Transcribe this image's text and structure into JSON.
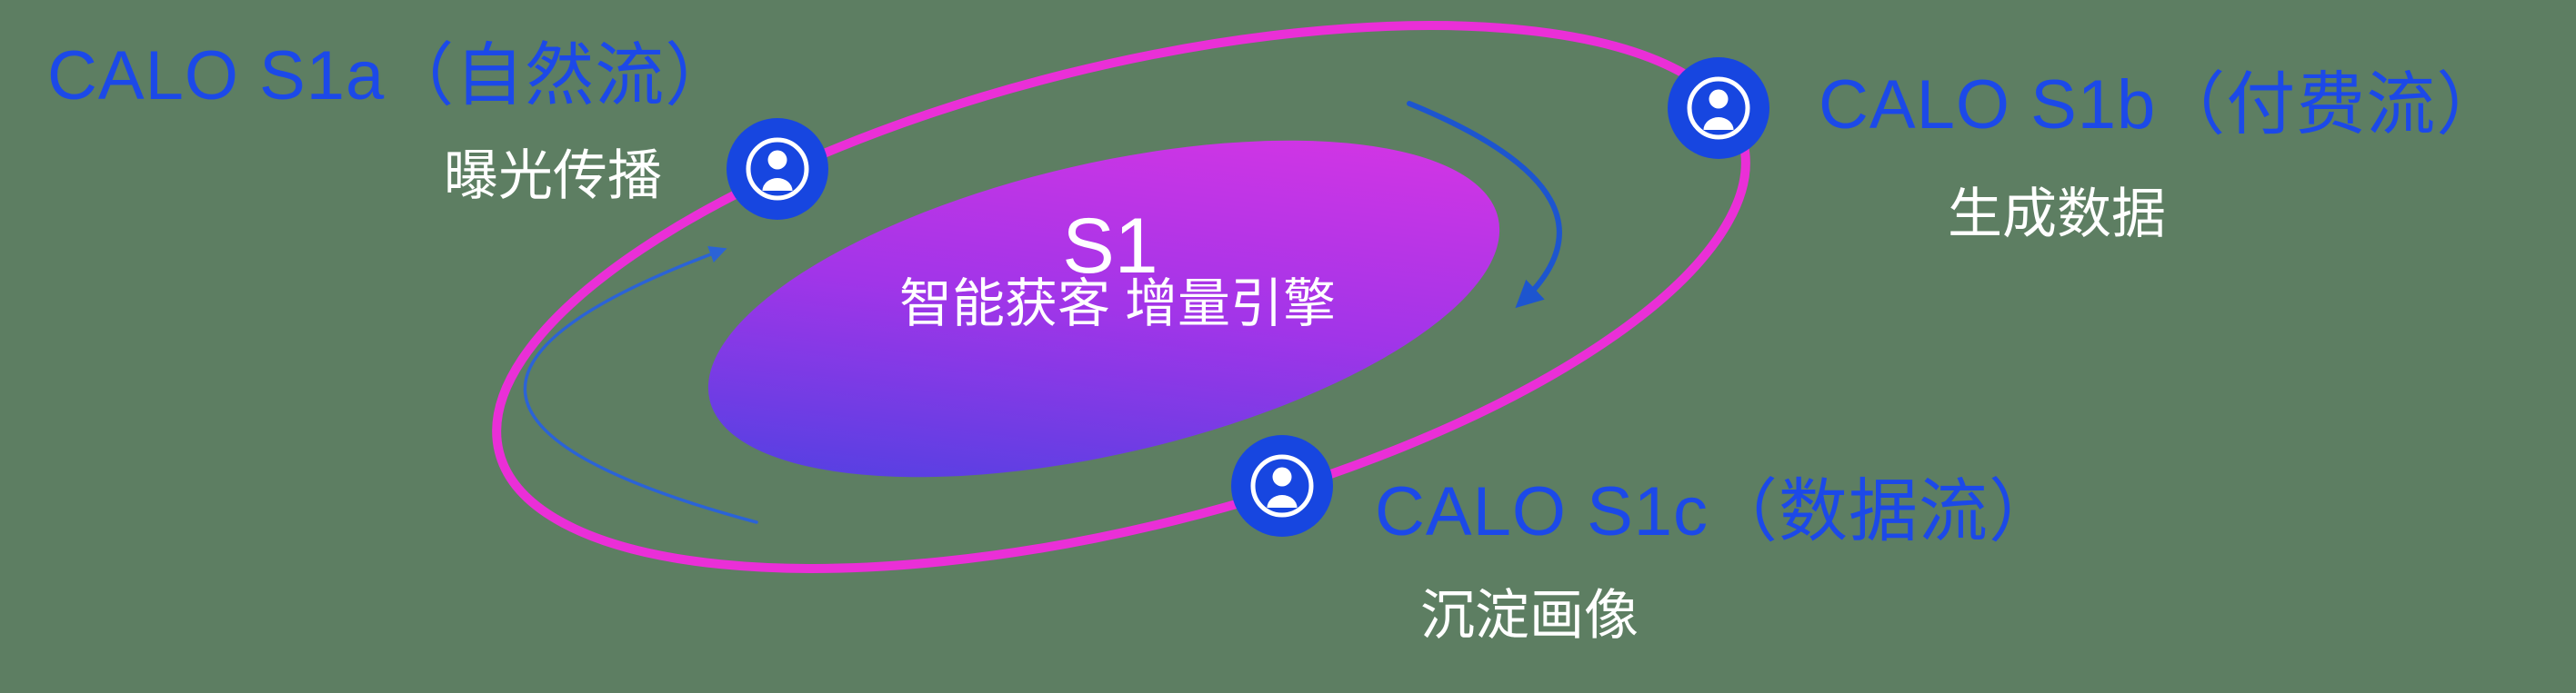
{
  "diagram": {
    "type": "orbit-ecosystem-diagram",
    "center": {
      "title": "S1",
      "subtitle": "智能获客  增量引擎"
    },
    "nodes": [
      {
        "id": "s1a",
        "label": "CALO S1a（自然流）",
        "sublabel": "曝光传播",
        "icon": "person-icon"
      },
      {
        "id": "s1b",
        "label": "CALO S1b（付费流）",
        "sublabel": "生成数据",
        "icon": "person-icon"
      },
      {
        "id": "s1c",
        "label": "CALO S1c（数据流）",
        "sublabel": "沉淀画像",
        "icon": "person-icon"
      }
    ],
    "arrows": [
      {
        "name": "flow-arrow-right",
        "direction": "clockwise-down"
      },
      {
        "name": "flow-arrow-left",
        "direction": "clockwise-up"
      }
    ],
    "colors": {
      "background": "#5d7e62",
      "orbit_ring": "#ea2fd7",
      "node_disc": "#1746e0",
      "label_blue": "#1c49e8",
      "arrow_blue": "#1d55cf",
      "core_gradient_start": "#3c44e0",
      "core_gradient_mid": "#a135e8",
      "core_gradient_end": "#e335e3",
      "text_white": "#ffffff"
    }
  }
}
